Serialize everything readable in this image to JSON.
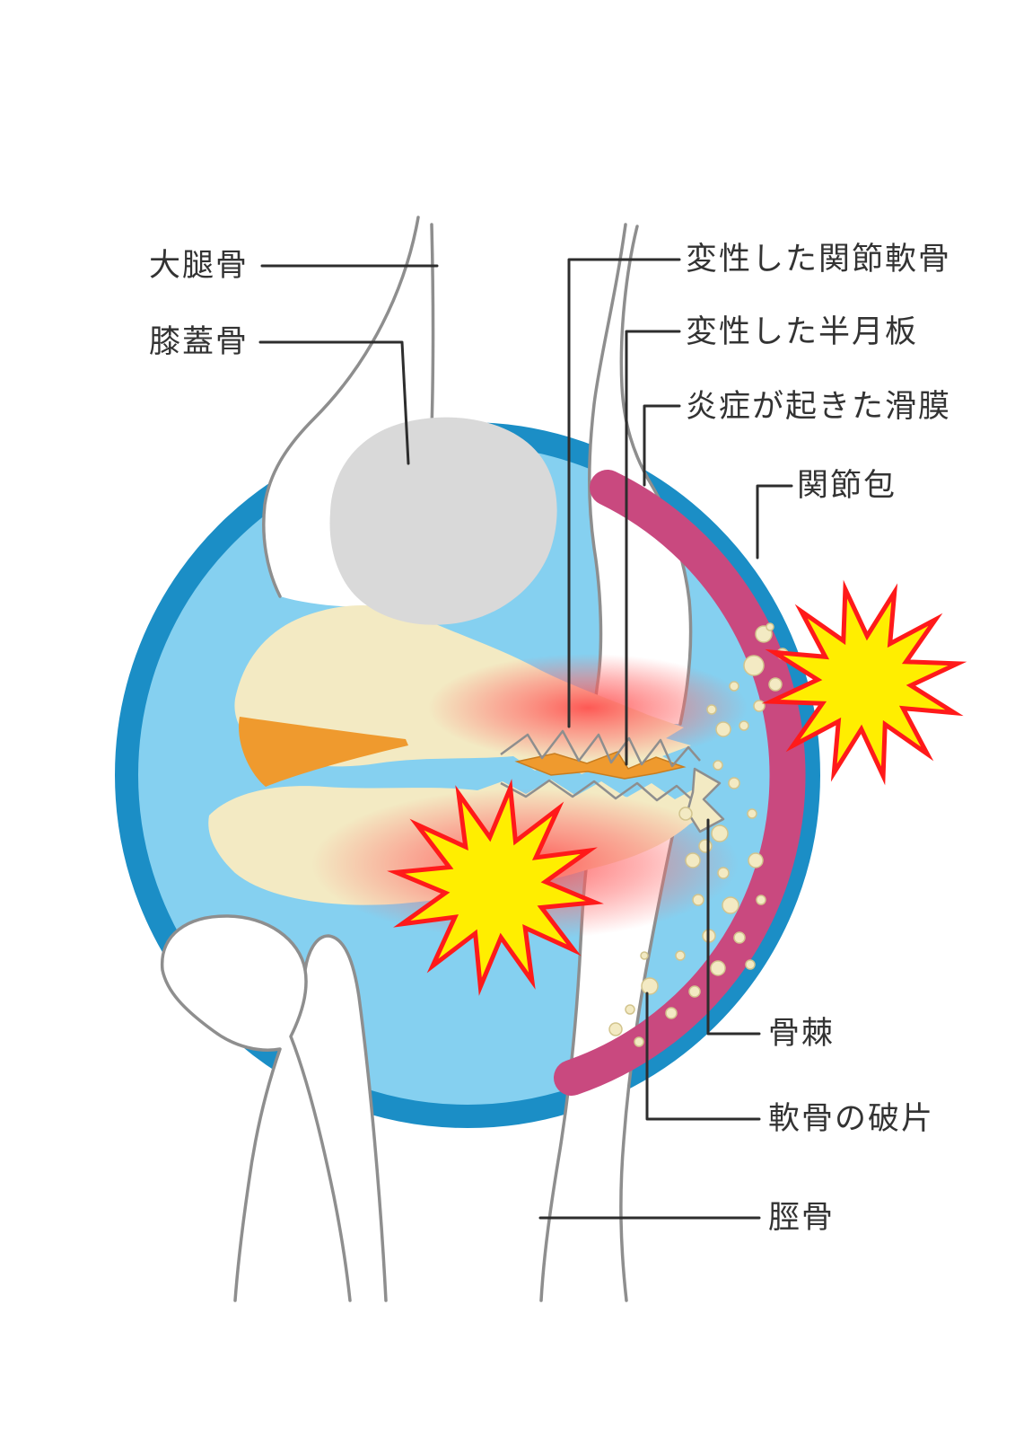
{
  "labels": {
    "femur": "大腿骨",
    "patella": "膝蓋骨",
    "degenerated_articular_cartilage": "変性した関節軟骨",
    "degenerated_meniscus": "変性した半月板",
    "inflamed_synovium": "炎症が起きた滑膜",
    "joint_capsule": "関節包",
    "osteophyte": "骨棘",
    "cartilage_fragment": "軟骨の破片",
    "tibia": "脛骨"
  },
  "colors": {
    "capsule_ring": "#1b8ec6",
    "synovial_fluid": "#85d0f0",
    "inflamed_synovium": "#c9497f",
    "bone_fill": "#ffffff",
    "bone_outline": "#8e8e8e",
    "cartilage_cream": "#f3eac3",
    "fragment_edge": "#d2c48d",
    "meniscus_orange": "#ef9a2e",
    "patella_gray": "#d9d9d9",
    "inflammation_red": "#ff4545",
    "pain_star_fill": "#ffee00",
    "pain_star_stroke": "#ff1a1a",
    "leader_line": "#2d2d2d"
  }
}
